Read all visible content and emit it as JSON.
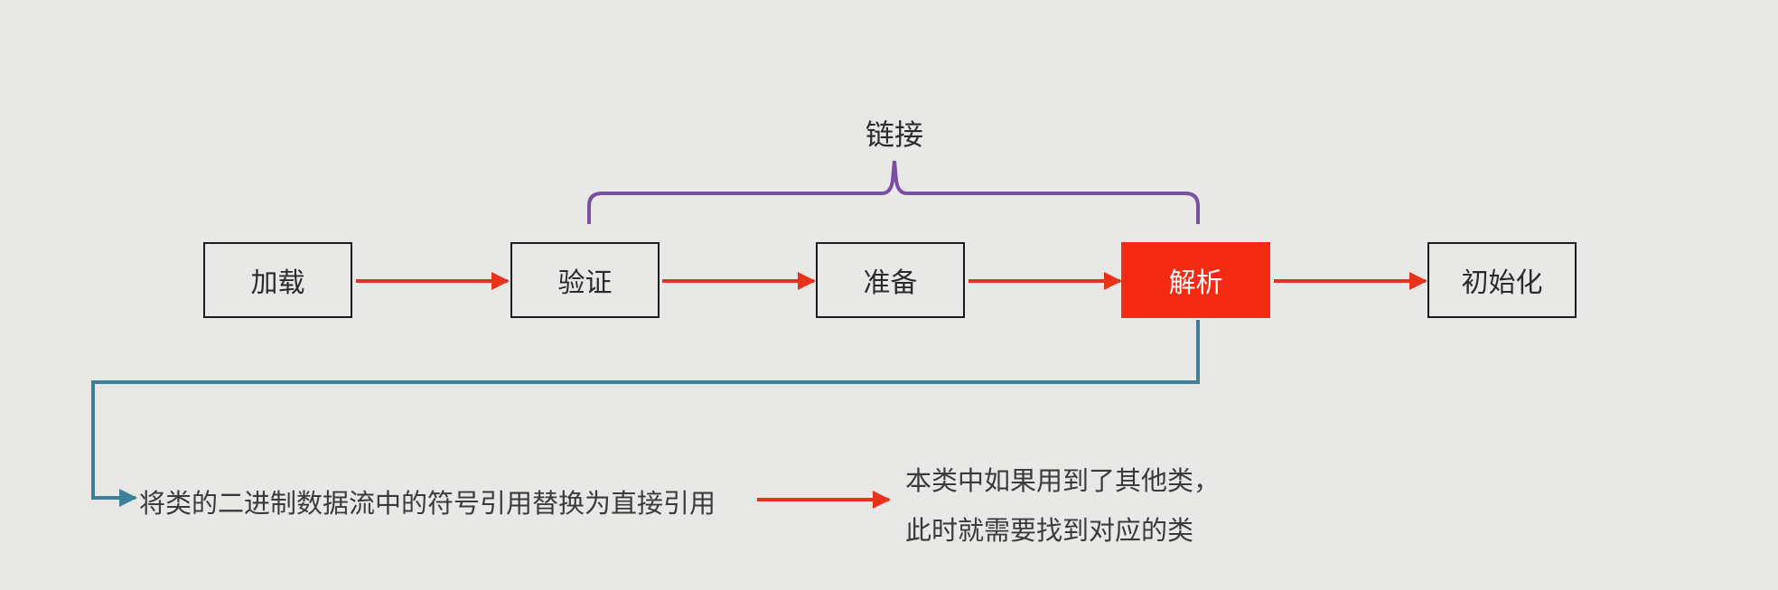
{
  "bracket": {
    "label": "链接"
  },
  "stages": [
    {
      "label": "加载"
    },
    {
      "label": "验证"
    },
    {
      "label": "准备"
    },
    {
      "label": "解析",
      "highlighted": true
    },
    {
      "label": "初始化"
    }
  ],
  "description": "将类的二进制数据流中的符号引用替换为直接引用",
  "note": {
    "line1": "本类中如果用到了其他类，",
    "line2": "此时就需要找到对应的类"
  },
  "colors": {
    "background": "#e8e9e7",
    "arrow": "#e8321c",
    "highlight": "#f52a12",
    "bracket": "#7b4ea3",
    "connector": "#3e7f99"
  }
}
